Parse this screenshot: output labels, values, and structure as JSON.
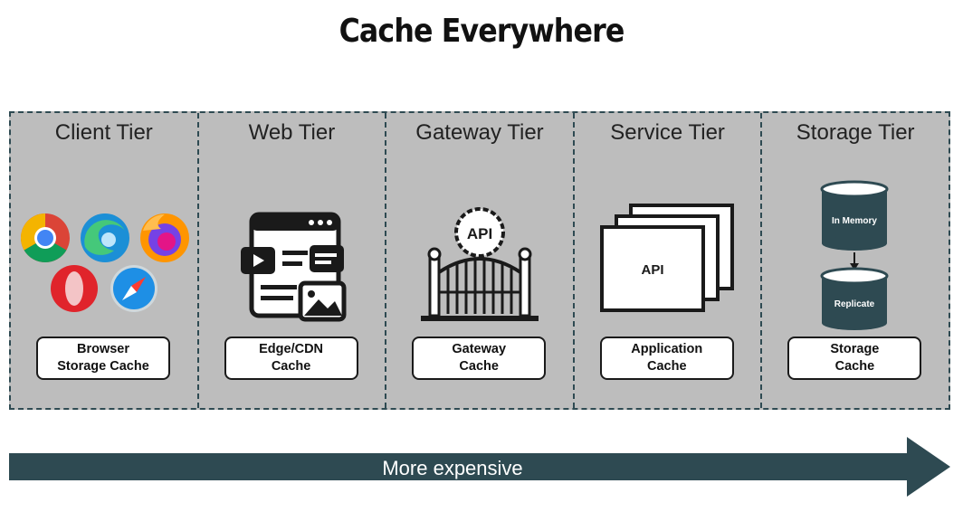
{
  "title": "Cache Everywhere",
  "tiers": [
    {
      "name": "Client Tier",
      "cache": "Browser\nStorage Cache"
    },
    {
      "name": "Web Tier",
      "cache": "Edge/CDN\nCache"
    },
    {
      "name": "Gateway Tier",
      "cache": "Gateway\nCache"
    },
    {
      "name": "Service Tier",
      "cache": "Application\nCache"
    },
    {
      "name": "Storage Tier",
      "cache": "Storage\nCache"
    }
  ],
  "icons": {
    "client": [
      "chrome-icon",
      "edge-icon",
      "firefox-icon",
      "opera-icon",
      "safari-icon"
    ],
    "web": "web-content-icon",
    "gateway": "api-gateway-icon",
    "service": "stacked-windows-icon",
    "storage": "database-icon"
  },
  "labels": {
    "gateway_sign": "API",
    "service_window": "API",
    "db_top": "In Memory",
    "db_bottom": "Replicate"
  },
  "arrow": {
    "label": "More expensive",
    "color": "#2e4a52"
  }
}
